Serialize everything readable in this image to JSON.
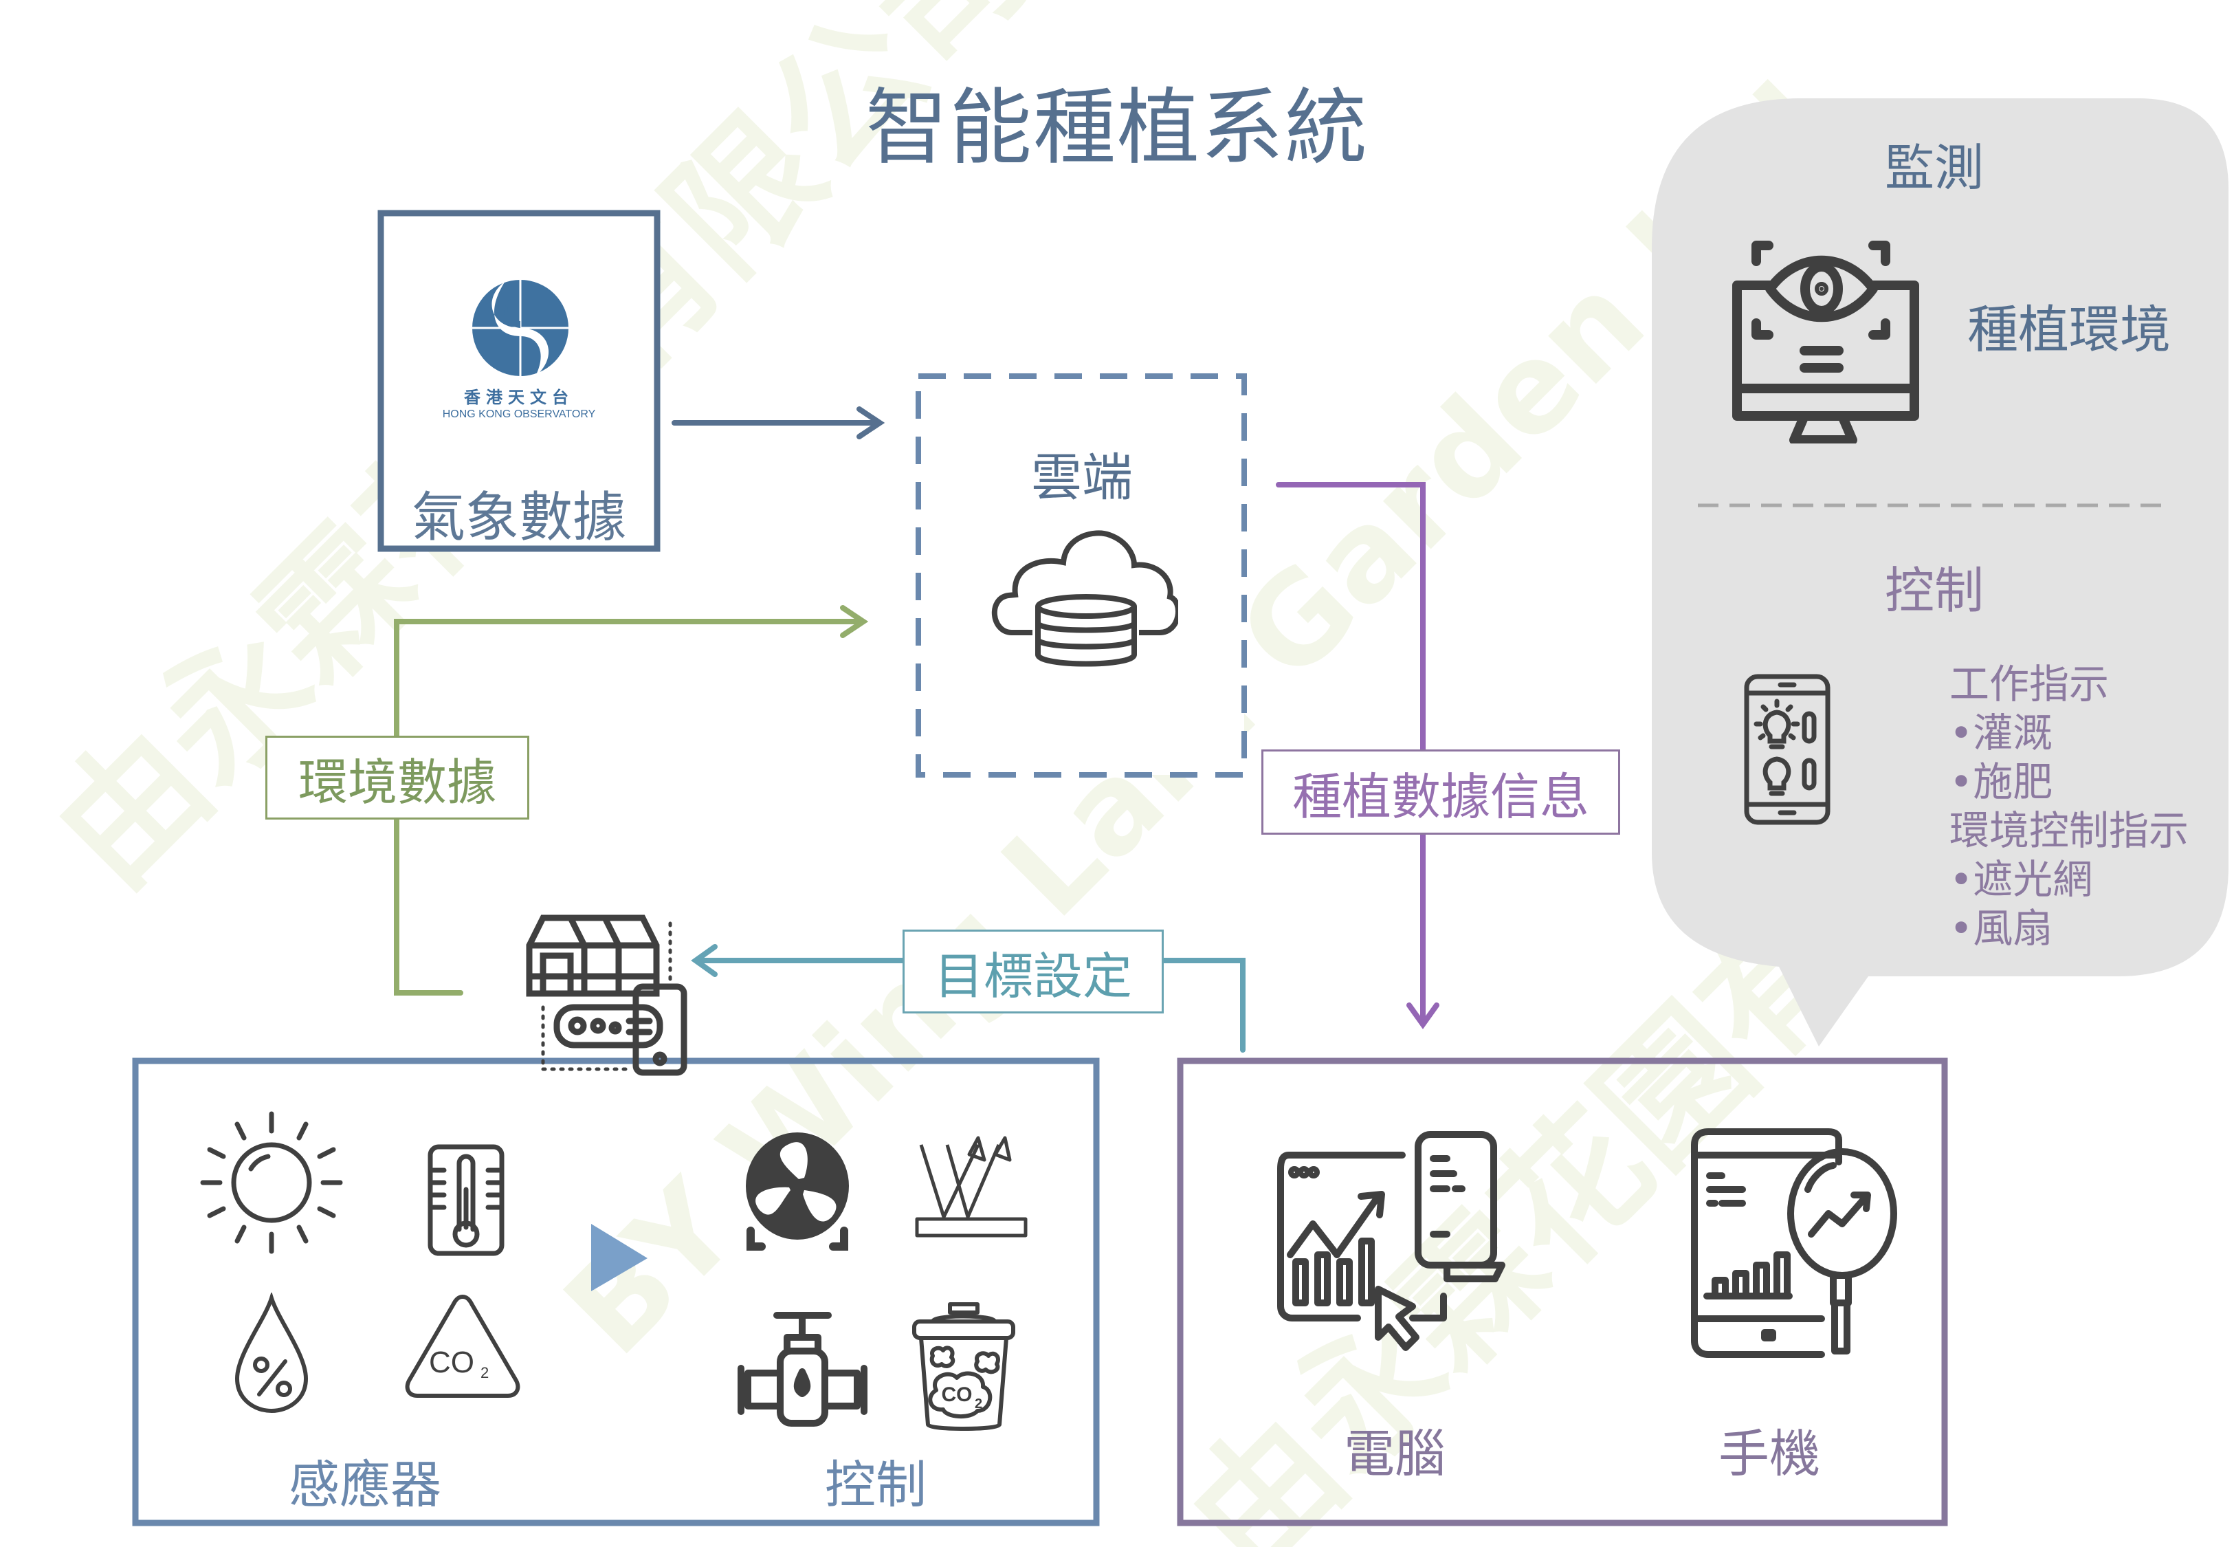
{
  "title": "智能種植系統",
  "watermark": {
    "chinese": "由永霖花園有限公司",
    "english": "BY Wing Lam Garden Ltd"
  },
  "weather_source": {
    "logo_chinese": "香港天文台",
    "logo_english": "HONG KONG OBSERVATORY",
    "label": "氣象數據",
    "icon": "hko-logo-icon"
  },
  "cloud": {
    "label": "雲端",
    "icon": "cloud-database-icon"
  },
  "flows": {
    "environment_data": "環境數據",
    "planting_data_info": "種植數據信息",
    "target_setting": "目標設定"
  },
  "sensors_panel": {
    "label": "感應器",
    "icons": [
      "sun-light-icon",
      "thermometer-icon",
      "humidity-drop-icon",
      "co2-triangle-icon"
    ]
  },
  "control_panel": {
    "label": "控制",
    "icons": [
      "fan-icon",
      "reflective-shade-icon",
      "water-valve-icon",
      "co2-tank-icon"
    ]
  },
  "greenhouse": {
    "icon": "greenhouse-controller-icon"
  },
  "devices_panel": {
    "computer_label": "電腦",
    "mobile_label": "手機",
    "icons": [
      "computer-analytics-icon",
      "mobile-analytics-icon"
    ]
  },
  "bubble": {
    "monitor_title": "監測",
    "monitor_item": "種植環境",
    "control_title": "控制",
    "instructions": [
      "工作指示",
      "•灌溉",
      "•施肥",
      "環境控制指示",
      "•遮光網",
      "•風扇"
    ]
  },
  "colors": {
    "title": "#56708f",
    "blue": "#5a7497",
    "green": "#93ad6b",
    "purple": "#9466b5",
    "teal": "#64a3b5",
    "sensor_box": "#6a88ad",
    "device_box": "#86779c",
    "bubble_bg": "#e3e3e3",
    "icon": "#404040"
  }
}
